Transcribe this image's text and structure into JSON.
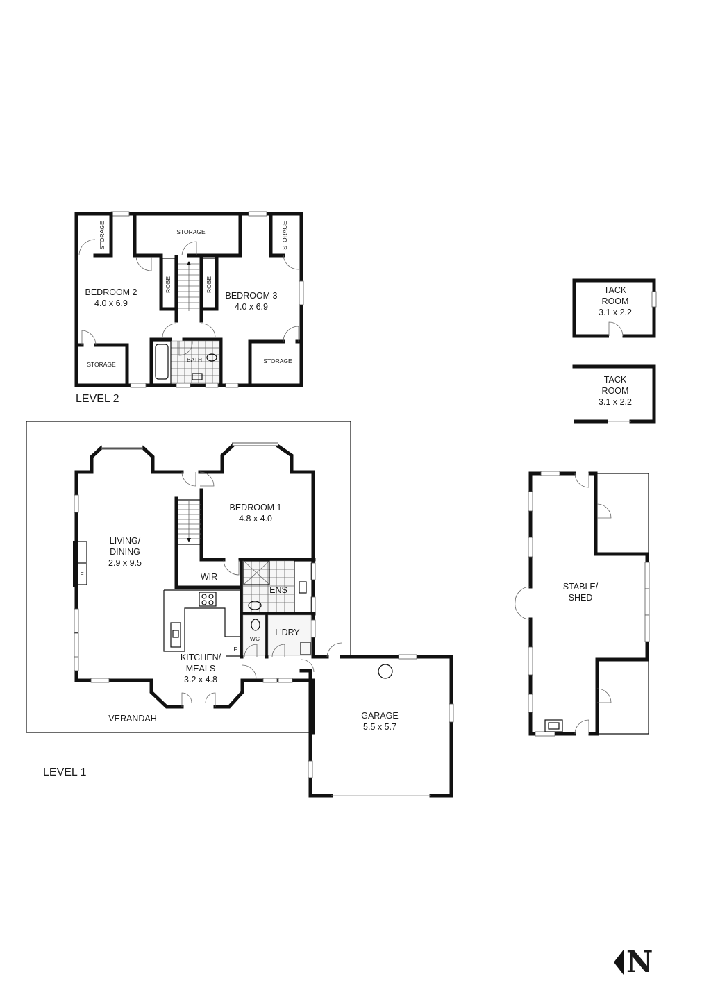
{
  "plan": {
    "levels": [
      {
        "id": "level2",
        "label": "LEVEL 2"
      },
      {
        "id": "level1",
        "label": "LEVEL 1"
      }
    ],
    "level2": {
      "rooms": [
        {
          "name": "BEDROOM 2",
          "size": "4.0 x 6.9"
        },
        {
          "name": "BEDROOM 3",
          "size": "4.0 x 6.9"
        },
        {
          "name": "STORAGE"
        },
        {
          "name": "STORAGE"
        },
        {
          "name": "STORAGE"
        },
        {
          "name": "STORAGE"
        },
        {
          "name": "STORAGE"
        },
        {
          "name": "ROBE"
        },
        {
          "name": "ROBE"
        },
        {
          "name": "BATH"
        }
      ]
    },
    "level1": {
      "rooms": [
        {
          "name": "LIVING/",
          "name2": "DINING",
          "size": "2.9 x 9.5"
        },
        {
          "name": "BEDROOM 1",
          "size": "4.8 x 4.0"
        },
        {
          "name": "WIR"
        },
        {
          "name": "ENS"
        },
        {
          "name": "WC"
        },
        {
          "name": "L'DRY"
        },
        {
          "name": "KITCHEN/",
          "name2": "MEALS",
          "size": "3.2 x 4.8"
        },
        {
          "name": "VERANDAH"
        },
        {
          "name": "GARAGE",
          "size": "5.5 x 5.7"
        }
      ],
      "fireplace_marks": [
        "F",
        "F"
      ],
      "fridge_mark": "F"
    },
    "outbuildings": [
      {
        "name": "TACK",
        "name2": "ROOM",
        "size": "3.1 x 2.2"
      },
      {
        "name": "TACK",
        "name2": "ROOM",
        "size": "3.1 x 2.2"
      },
      {
        "name": "STABLE/",
        "name2": "SHED"
      }
    ],
    "compass": {
      "label": "N",
      "icon": "north-arrow-icon"
    }
  }
}
